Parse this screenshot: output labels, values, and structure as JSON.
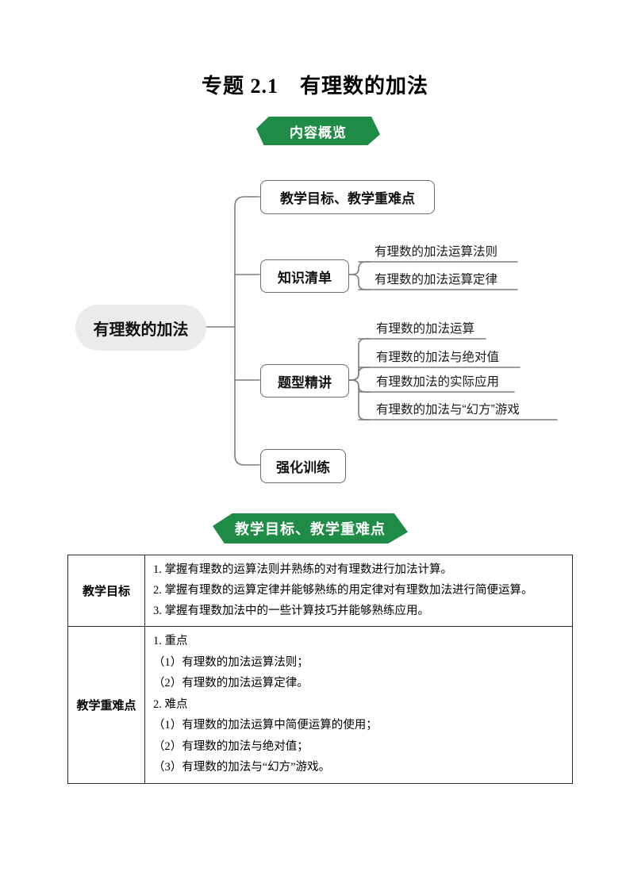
{
  "title": "专题 2.1　有理数的加法",
  "banners": {
    "overview": "内容概览",
    "objectives": "教学目标、教学重难点"
  },
  "mindmap": {
    "root": "有理数的加法",
    "branches": [
      {
        "label": "教学目标、教学重难点"
      },
      {
        "label": "知识清单",
        "children": [
          "有理数的加法运算法则",
          "有理数的加法运算定律"
        ]
      },
      {
        "label": "题型精讲",
        "children": [
          "有理数的加法运算",
          "有理数的加法与绝对值",
          "有理数加法的实际应用",
          "有理数的加法与“幻方”游戏"
        ]
      },
      {
        "label": "强化训练"
      }
    ]
  },
  "table": {
    "rows": [
      {
        "header": "教学目标",
        "lines": [
          "1. 掌握有理数的运算法则并熟练的对有理数进行加法计算。",
          "2. 掌握有理数的运算定律并能够熟练的用定律对有理数加法进行简便运算。",
          "3. 掌握有理数加法中的一些计算技巧并能够熟练应用。"
        ]
      },
      {
        "header": "教学重难点",
        "lines": [
          "1. 重点",
          "（1）有理数的加法运算法则；",
          "（2）有理数的加法运算定律。",
          "2. 难点",
          "（1）有理数的加法运算中简便运算的使用；",
          "（2）有理数的加法与绝对值；",
          "（3）有理数的加法与“幻方”游戏。"
        ]
      }
    ]
  },
  "colors": {
    "banner_green": "#1e8b47",
    "node_fill": "#ebebeb",
    "line_gray": "#7d7d7d"
  }
}
